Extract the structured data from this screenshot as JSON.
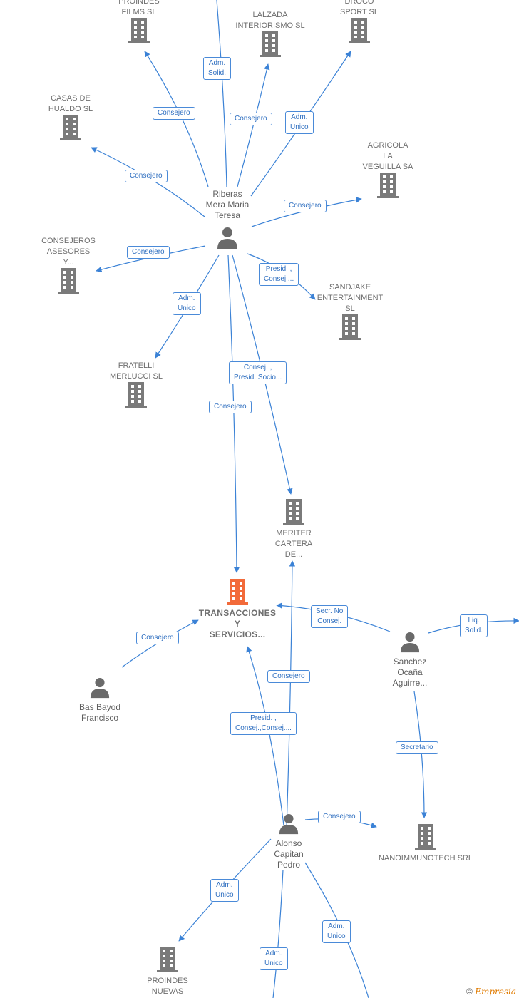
{
  "colors": {
    "edge": "#3b82d6",
    "building": "#7a7a7a",
    "building_main": "#f26a3a",
    "person": "#6a6a6a"
  },
  "companies": {
    "proindes_films": "PROINDES\nFILMS SL",
    "lalzada": "LALZADA\nINTERIORISMO SL",
    "droco": "DROCO\nSPORT SL",
    "casas_hualdo": "CASAS DE\nHUALDO  SL",
    "agricola": "AGRICOLA\nLA\nVEGUILLA SA",
    "consejeros": "CONSEJEROS\nASESORES\nY...",
    "sandjake": "SANDJAKE\nENTERTAINMENT\nSL",
    "fratelli": "FRATELLI\nMERLUCCI SL",
    "meriter": "MERITER\nCARTERA\nDE...",
    "transacciones": "TRANSACCIONES\nY\nSERVICIOS...",
    "nanoimmunotech": "NANOIMMUNOTECH SRL",
    "proindes_nuevas": "PROINDES\nNUEVAS"
  },
  "people": {
    "riberas": "Riberas\nMera Maria\nTeresa",
    "bas": "Bas Bayod\nFrancisco",
    "sanchez": "Sanchez\nOcaña\nAguirre...",
    "alonso": "Alonso\nCapitan\nPedro"
  },
  "edge_labels": {
    "adm_solid": "Adm.\nSolid.",
    "consejero_proindes": "Consejero",
    "consejero_lalzada": "Consejero",
    "adm_unico_droco": "Adm.\nUnico",
    "consejero_casas": "Consejero",
    "consejero_agricola": "Consejero",
    "consejero_consejeros": "Consejero",
    "presid_sandjake": "Presid. ,\nConsej....",
    "adm_unico_fratelli": "Adm.\nUnico",
    "consej_meriter": "Consej. ,\nPresid.,Socio...",
    "consejero_trans_riberas": "Consejero",
    "consejero_bas": "Consejero",
    "secr_no_consej": "Secr.  No\nConsej.",
    "liq_solid": "Liq.\nSolid.",
    "consejero_meriter_alonso": "Consejero",
    "presid_alonso": "Presid. ,\nConsej.,Consej....",
    "secretario": "Secretario",
    "consejero_nano": "Consejero",
    "adm_unico_proindes_nuevas": "Adm.\nUnico",
    "adm_unico_bottom1": "Adm.\nUnico",
    "adm_unico_bottom2": "Adm.\nUnico"
  },
  "footer": {
    "copyright": "©",
    "brand": "Empresia"
  }
}
